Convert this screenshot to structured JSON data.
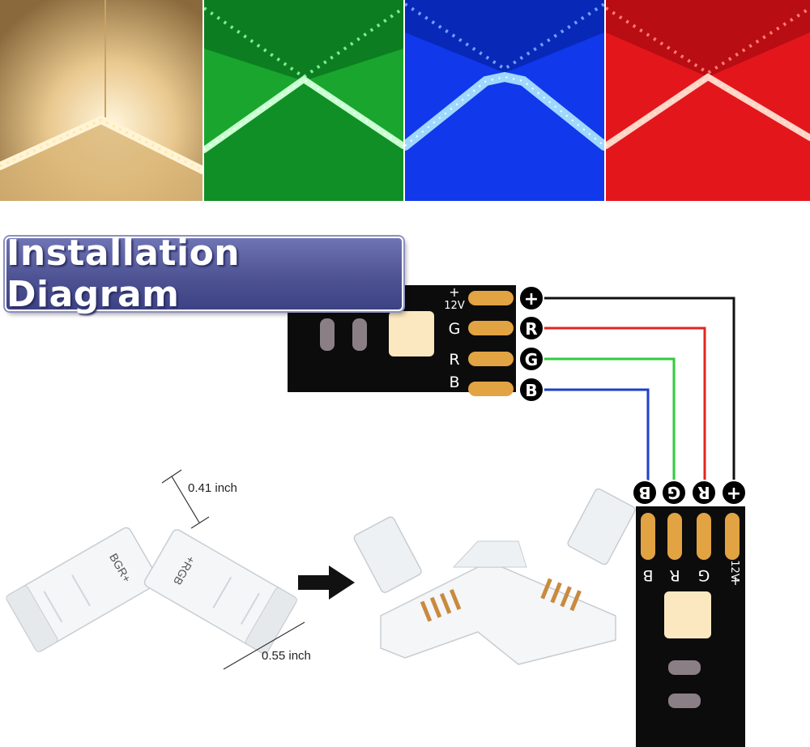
{
  "title": "Installation Diagram",
  "photos": [
    {
      "name": "warm-white-corner",
      "color": "#f2d9a6"
    },
    {
      "name": "green-corner",
      "color": "#22c43a"
    },
    {
      "name": "blue-corner",
      "color": "#1033e6"
    },
    {
      "name": "red-corner",
      "color": "#e81a1f"
    }
  ],
  "connector_top": {
    "pad_labels": [
      "12V",
      "G",
      "R",
      "B"
    ],
    "plus_sign": "+",
    "terminals": [
      "+",
      "R",
      "G",
      "B"
    ]
  },
  "connector_right": {
    "terminals": [
      "B",
      "G",
      "R",
      "+"
    ],
    "pad_labels": [
      "B",
      "R",
      "G",
      "12V"
    ],
    "plus_sign": "+"
  },
  "wires": [
    {
      "name": "wire-plus",
      "color": "#111111"
    },
    {
      "name": "wire-red",
      "color": "#e0261e"
    },
    {
      "name": "wire-green",
      "color": "#2ecb3e"
    },
    {
      "name": "wire-blue",
      "color": "#1d3fc8"
    }
  ],
  "dimensions": {
    "width_label": "0.41 inch",
    "length_label": "0.55 inch"
  },
  "connector_markings": {
    "left_arm": "BGR+",
    "right_arm": "+RGB"
  }
}
